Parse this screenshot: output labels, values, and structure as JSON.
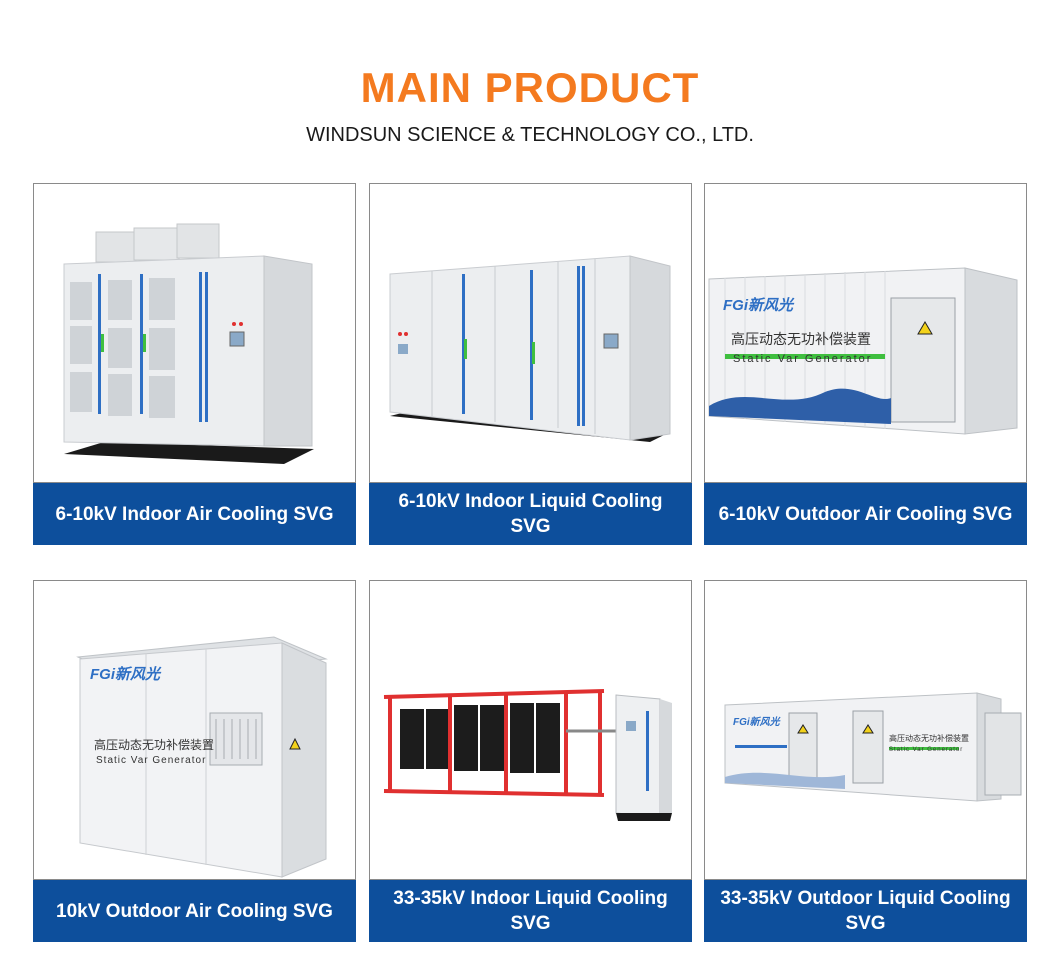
{
  "header": {
    "title": "MAIN PRODUCT",
    "subtitle": "WINDSUN SCIENCE & TECHNOLOGY CO., LTD."
  },
  "colors": {
    "title": "#f47a1f",
    "label_bg": "#0d4f9c",
    "cabinet_light": "#eef0f2",
    "cabinet_mid": "#d7dadd",
    "accent_blue": "#2e6fc4",
    "accent_green": "#3fbf3f",
    "rack_red": "#e03030"
  },
  "products": [
    {
      "label": "6-10kV Indoor Air Cooling SVG",
      "image_icon": "indoor-air-cooling-cabinet-icon"
    },
    {
      "label": "6-10kV Indoor Liquid Cooling SVG",
      "image_icon": "indoor-liquid-cooling-cabinet-icon"
    },
    {
      "label": "6-10kV Outdoor Air Cooling SVG",
      "image_icon": "outdoor-container-icon",
      "image_text": {
        "brand": "FGi新风光",
        "cn": "高压动态无功补偿装置",
        "en": "Static Var Generator"
      }
    },
    {
      "label": "10kV Outdoor Air Cooling SVG",
      "image_icon": "outdoor-kiosk-icon",
      "image_text": {
        "brand": "FGi新风光",
        "cn": "高压动态无功补偿装置",
        "en": "Static Var Generator"
      }
    },
    {
      "label": "33-35kV Indoor Liquid Cooling SVG",
      "image_icon": "liquid-cooling-rack-icon"
    },
    {
      "label": "33-35kV Outdoor Liquid Cooling SVG",
      "image_icon": "long-container-icon",
      "image_text": {
        "brand": "FGi新风光",
        "cn": "高压动态无功补偿装置",
        "en": "Static Var Generator"
      }
    }
  ]
}
